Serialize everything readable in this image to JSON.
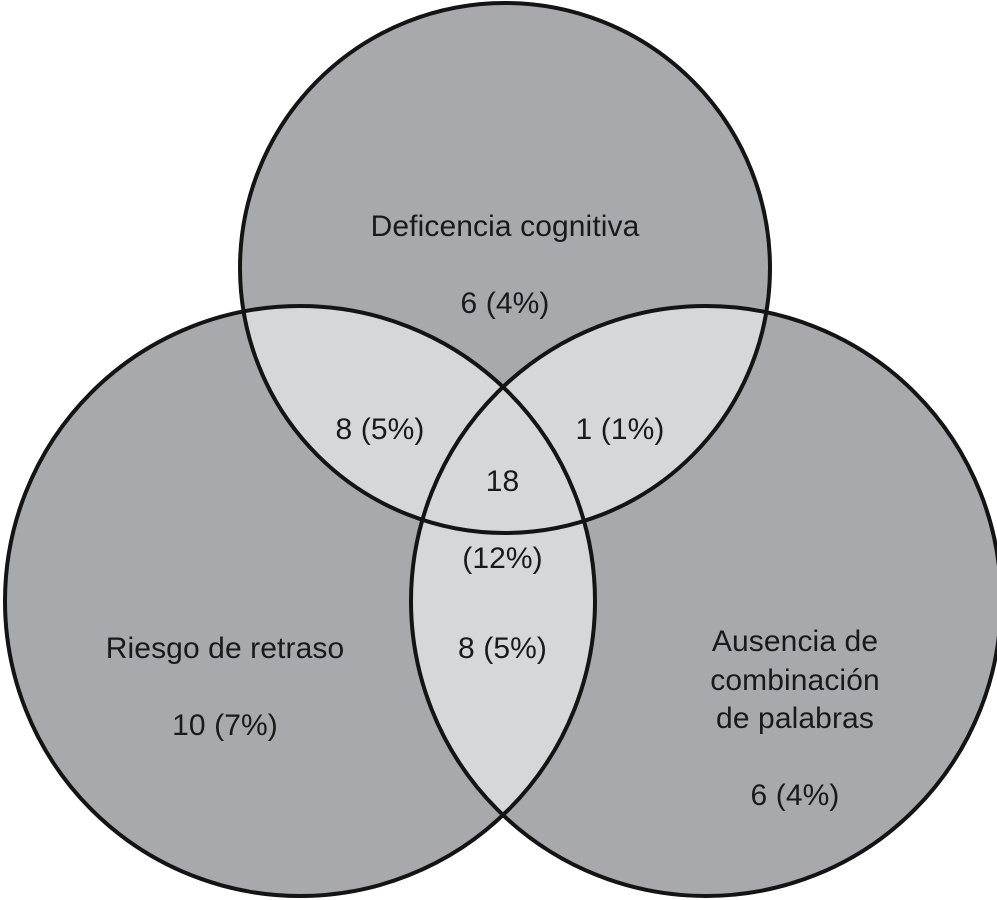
{
  "figure": {
    "type": "venn",
    "sets_count": 3,
    "background_color": "#ffffff",
    "circle_fill_color": "#a8a9ac",
    "intersection_fill_color": "#d6d7d8",
    "stroke_color": "#141414",
    "text_color": "#1a1a1a"
  },
  "chart_data": {
    "type": "venn",
    "title": "",
    "sets": [
      {
        "id": "top",
        "label": "Deficencia cognitiva",
        "position": "top"
      },
      {
        "id": "left",
        "label": "Riesgo de retraso",
        "position": "bottom-left"
      },
      {
        "id": "right",
        "label": "Ausencia de\ncombinación\nde palabras",
        "position": "bottom-right"
      }
    ],
    "regions": [
      {
        "id": "top-only",
        "sets": [
          "top"
        ],
        "count": 6,
        "percent": 4,
        "value_label": "6 (4%)"
      },
      {
        "id": "left-only",
        "sets": [
          "left"
        ],
        "count": 10,
        "percent": 7,
        "value_label": "10 (7%)"
      },
      {
        "id": "right-only",
        "sets": [
          "right"
        ],
        "count": 6,
        "percent": 4,
        "value_label": "6 (4%)"
      },
      {
        "id": "top-left",
        "sets": [
          "top",
          "left"
        ],
        "count": 8,
        "percent": 5,
        "value_label": "8 (5%)"
      },
      {
        "id": "top-right",
        "sets": [
          "top",
          "right"
        ],
        "count": 1,
        "percent": 1,
        "value_label": "1 (1%)"
      },
      {
        "id": "left-right",
        "sets": [
          "left",
          "right"
        ],
        "count": 8,
        "percent": 5,
        "value_label": "8 (5%)"
      },
      {
        "id": "all-three",
        "sets": [
          "top",
          "left",
          "right"
        ],
        "count": 18,
        "percent": 12,
        "value_label_line1": "18",
        "value_label_line2": "(12%)"
      }
    ]
  },
  "labels": {
    "top_set_title": "Deficencia cognitiva",
    "top_set_value": "6 (4%)",
    "left_set_title": "Riesgo de retraso",
    "left_set_value": "10 (7%)",
    "right_set_title": "Ausencia de\ncombinación\nde palabras",
    "right_set_value": "6 (4%)",
    "top_left_value": "8 (5%)",
    "top_right_value": "1 (1%)",
    "left_right_value": "8 (5%)",
    "center_value_line1": "18",
    "center_value_line2": "(12%)"
  }
}
